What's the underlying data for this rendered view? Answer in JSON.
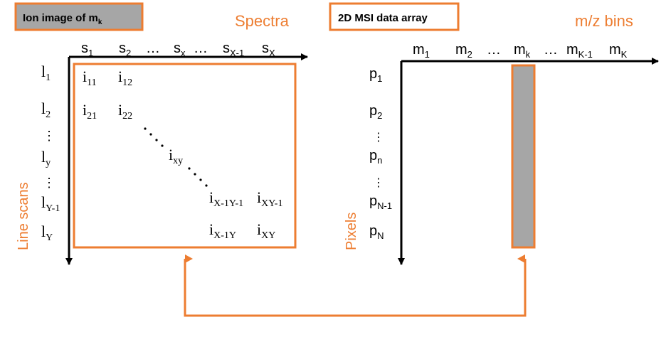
{
  "colors": {
    "accent": "#ED7D31",
    "ink": "#000000",
    "highlight_fill": "#A6A6A6"
  },
  "left": {
    "title_box": {
      "text": "Ion image of m",
      "sub": "k"
    },
    "spectra_label": "Spectra",
    "line_scans_label": "Line scans",
    "col_headers": [
      {
        "base": "s",
        "sub": "1"
      },
      {
        "base": "s",
        "sub": "2"
      },
      {
        "base": "…",
        "sub": ""
      },
      {
        "base": "s",
        "sub": "x"
      },
      {
        "base": "…",
        "sub": ""
      },
      {
        "base": "s",
        "sub": "X-1"
      },
      {
        "base": "s",
        "sub": "X"
      }
    ],
    "row_headers": [
      {
        "base": "l",
        "sub": "1"
      },
      {
        "base": "l",
        "sub": "2"
      },
      {
        "base": "⋮",
        "sub": ""
      },
      {
        "base": "l",
        "sub": "y"
      },
      {
        "base": "⋮",
        "sub": ""
      },
      {
        "base": "l",
        "sub": "Y-1"
      },
      {
        "base": "l",
        "sub": "Y"
      }
    ],
    "cells": [
      {
        "base": "i",
        "sub": "11"
      },
      {
        "base": "i",
        "sub": "12"
      },
      {
        "base": "i",
        "sub": "21"
      },
      {
        "base": "i",
        "sub": "22"
      },
      {
        "base": "i",
        "sub": "xy"
      },
      {
        "base": "i",
        "sub": "X-1Y-1"
      },
      {
        "base": "i",
        "sub": "XY-1"
      },
      {
        "base": "i",
        "sub": "X-1Y"
      },
      {
        "base": "i",
        "sub": "XY"
      }
    ]
  },
  "right": {
    "title_box": {
      "text": "2D MSI data array"
    },
    "mz_label": "m/z bins",
    "pixels_label": "Pixels",
    "col_headers": [
      {
        "base": "m",
        "sub": "1"
      },
      {
        "base": "m",
        "sub": "2"
      },
      {
        "base": "…",
        "sub": ""
      },
      {
        "base": "m",
        "sub": "k"
      },
      {
        "base": "…",
        "sub": ""
      },
      {
        "base": "m",
        "sub": "K-1"
      },
      {
        "base": "m",
        "sub": "K"
      }
    ],
    "row_headers": [
      {
        "base": "p",
        "sub": "1"
      },
      {
        "base": "p",
        "sub": "2"
      },
      {
        "base": "⋮",
        "sub": ""
      },
      {
        "base": "p",
        "sub": "n"
      },
      {
        "base": "⋮",
        "sub": ""
      },
      {
        "base": "p",
        "sub": "N-1"
      },
      {
        "base": "p",
        "sub": "N"
      }
    ]
  }
}
